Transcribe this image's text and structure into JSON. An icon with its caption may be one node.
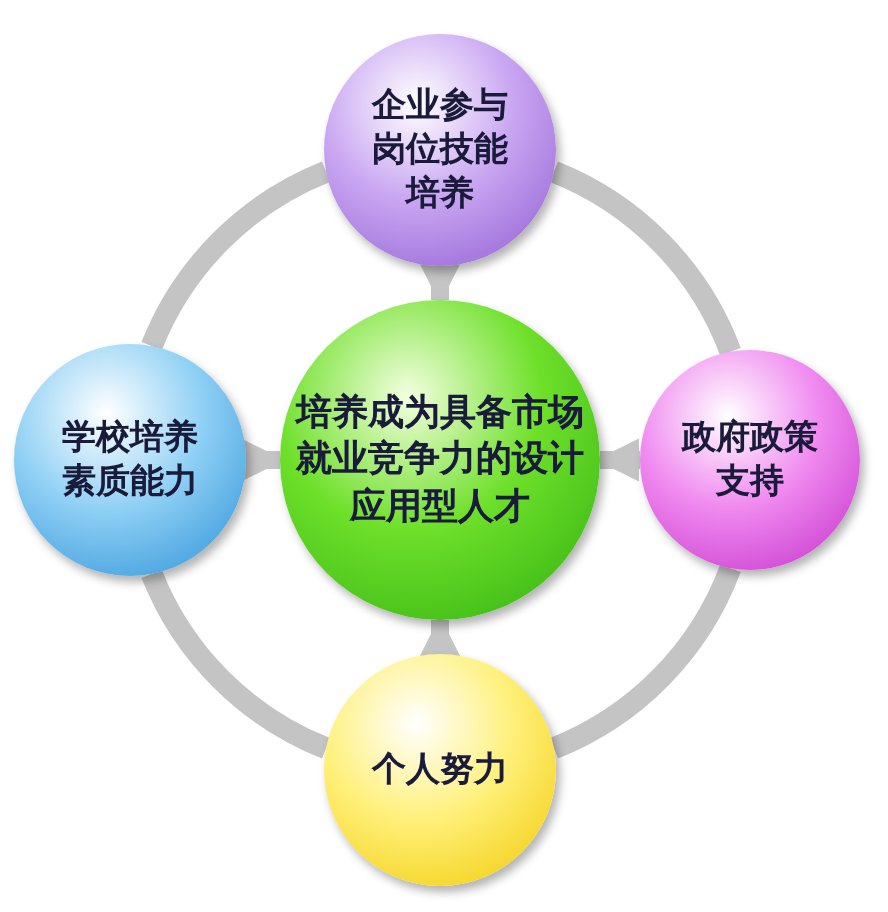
{
  "diagram": {
    "nodes": [
      {
        "text": [
          "企业参与岗位技能培养"
        ]
      },
      {
        "text": [
          "学校培养素质能力"
        ]
      },
      {
        "text": [
          "培养成为具备市场就业竞争力的设计应用型人才"
        ]
      },
      {
        "text": [
          "政府政策支持"
        ]
      },
      {
        "text": [
          "个人努力"
        ]
      }
    ],
    "edges": [
      {
        "from": 0,
        "to": 2,
        "arrow": "to"
      },
      {
        "from": 1,
        "to": 2,
        "arrow": "to"
      },
      {
        "from": 3,
        "to": 2,
        "arrow": "to"
      },
      {
        "from": 4,
        "to": 2,
        "arrow": "to"
      },
      {
        "from": 0,
        "to": 3,
        "arrow": "none"
      },
      {
        "from": 3,
        "to": 4,
        "arrow": "none"
      },
      {
        "from": 4,
        "to": 1,
        "arrow": "none"
      },
      {
        "from": 1,
        "to": 0,
        "arrow": "none"
      }
    ]
  }
}
